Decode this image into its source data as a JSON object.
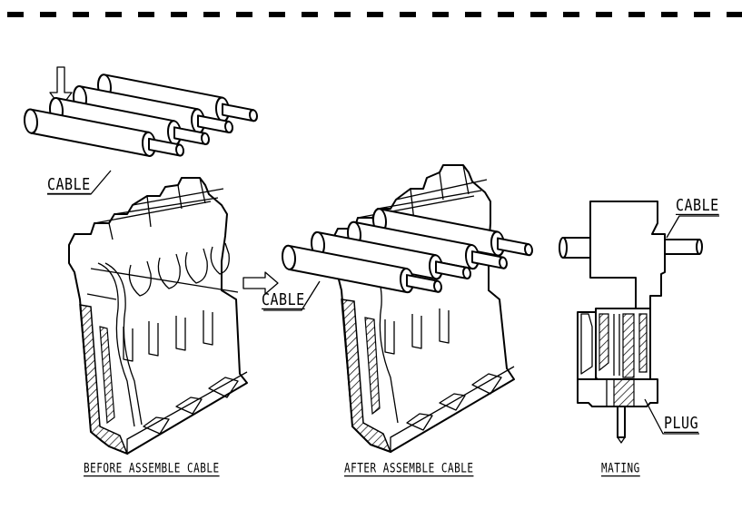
{
  "labels": {
    "cable_1": "CABLE",
    "cable_2": "CABLE",
    "cable_3": "CABLE",
    "plug": "PLUG"
  },
  "captions": {
    "before": "BEFORE ASSEMBLE CABLE",
    "after": "AFTER ASSEMBLE CABLE",
    "mating": "MATING"
  }
}
